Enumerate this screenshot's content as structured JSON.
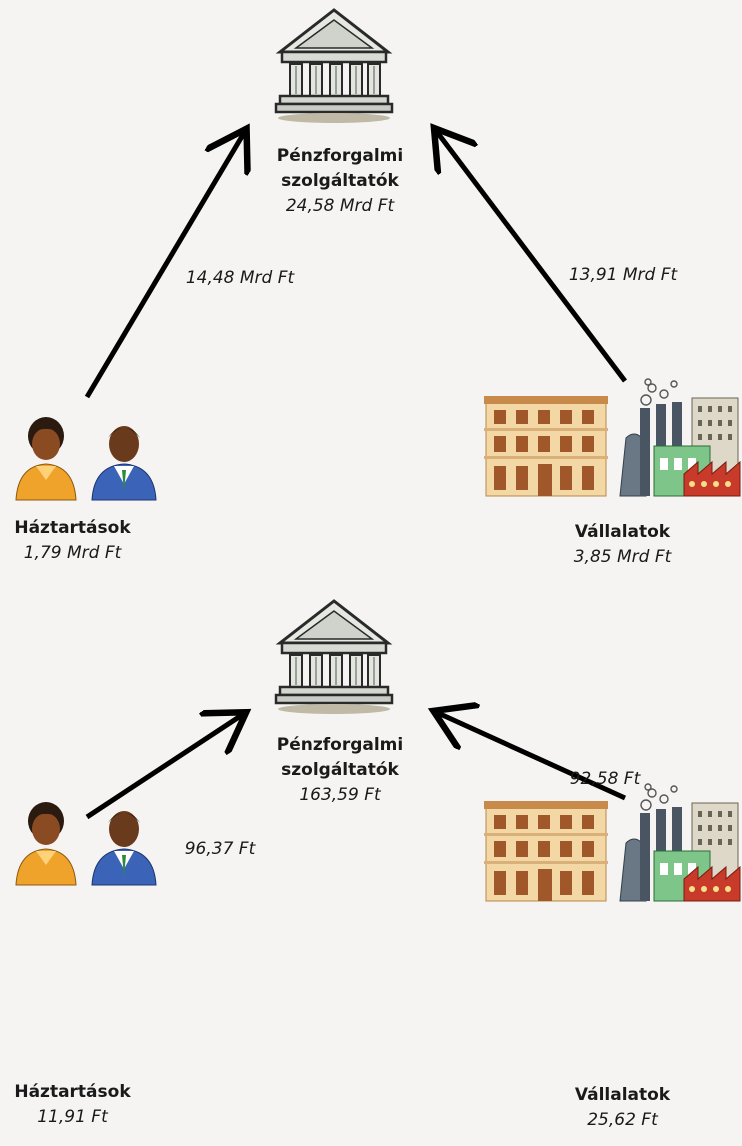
{
  "panels": [
    {
      "bank": {
        "name_line1": "Pénzforgalmi",
        "name_line2": "szolgáltatók",
        "value": "24,58 Mrd Ft",
        "icon": "bank-icon"
      },
      "households": {
        "name": "Háztartások",
        "value": "1,79 Mrd Ft",
        "icon": "people-icon"
      },
      "companies": {
        "name": "Vállalatok",
        "value": "3,85 Mrd Ft",
        "icon": "buildings-factory-icon"
      },
      "flow_households": "14,48 Mrd Ft",
      "flow_companies": "13,91 Mrd Ft"
    },
    {
      "bank": {
        "name_line1": "Pénzforgalmi",
        "name_line2": "szolgáltatók",
        "value": "163,59 Ft",
        "icon": "bank-icon"
      },
      "households": {
        "name": "Háztartások",
        "value": "11,91 Ft",
        "icon": "people-icon"
      },
      "companies": {
        "name": "Vállalatok",
        "value": "25,62 Ft",
        "icon": "buildings-factory-icon"
      },
      "flow_households": "96,37 Ft",
      "flow_companies": "92,58 Ft"
    }
  ]
}
